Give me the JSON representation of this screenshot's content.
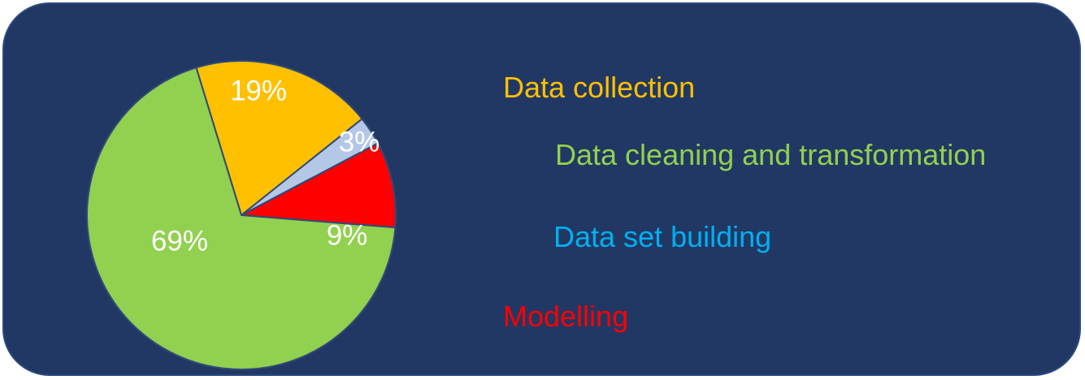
{
  "chart_data": {
    "type": "pie",
    "slices": [
      {
        "label": "19%",
        "value": 19,
        "color": "#FFC000"
      },
      {
        "label": "3%",
        "value": 3,
        "color": "#B4C7E7"
      },
      {
        "label": "9%",
        "value": 9,
        "color": "#FF0000"
      },
      {
        "label": "69%",
        "value": 69,
        "color": "#92D050"
      }
    ],
    "legend": [
      {
        "label": "Data collection",
        "color": "#FFC000"
      },
      {
        "label": "Data cleaning and transformation",
        "color": "#92D050"
      },
      {
        "label": "Data set building",
        "color": "#00B0F0"
      },
      {
        "label": "Modelling",
        "color": "#FF0000"
      }
    ],
    "background_color": "#213864",
    "slice_border_color": "#2F4A78",
    "legend_position": "right"
  }
}
